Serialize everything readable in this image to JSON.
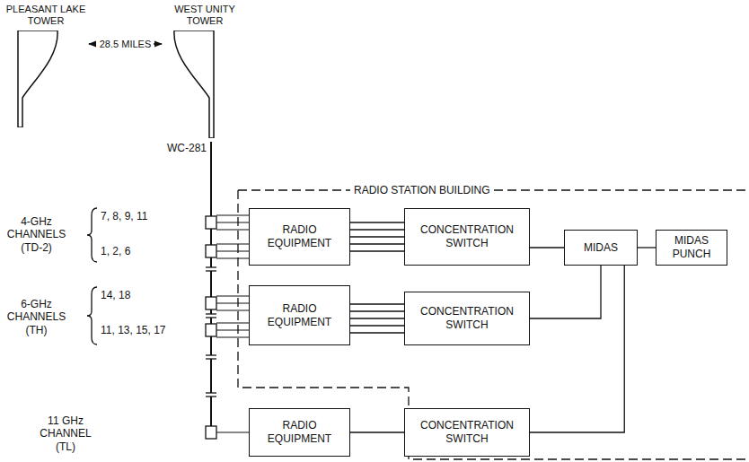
{
  "diagram": {
    "nodes": [
      {
        "text": [
          "PLEASANT LAKE TOWER"
        ]
      },
      {
        "text": [
          "WEST UNITY TOWER"
        ]
      },
      {
        "text": [
          "RADIO STATION BUILDING"
        ]
      },
      {
        "text": [
          "RADIO EQUIPMENT"
        ],
        "in": 2
      },
      {
        "text": [
          "CONCENTRATION SWITCH"
        ],
        "in": 2
      },
      {
        "text": [
          "MIDAS"
        ],
        "in": 2
      },
      {
        "text": [
          "MIDAS PUNCH"
        ],
        "in": 2
      },
      {
        "text": [
          "RADIO EQUIPMENT"
        ],
        "in": 2
      },
      {
        "text": [
          "CONCENTRATION SWITCH"
        ],
        "in": 2
      },
      {
        "text": [
          "RADIO EQUIPMENT"
        ]
      },
      {
        "text": [
          "CONCENTRATION SWITCH"
        ]
      }
    ],
    "edges": [
      {
        "from": 0,
        "to": 1,
        "label": "28.5 MILES",
        "arrow": "both"
      },
      {
        "from": 3,
        "to": 4,
        "arrow": "none"
      },
      {
        "from": 4,
        "to": 5,
        "arrow": "none"
      },
      {
        "from": 5,
        "to": 6,
        "arrow": "none"
      },
      {
        "from": 7,
        "to": 8,
        "arrow": "none"
      },
      {
        "from": 8,
        "to": 5,
        "arrow": "none"
      },
      {
        "from": 9,
        "to": 10,
        "arrow": "none"
      },
      {
        "from": 10,
        "to": 5,
        "arrow": "none"
      }
    ],
    "labels": [
      "WC-281",
      "4-GHz CHANNELS (TD-2)",
      "7, 8, 9, 11",
      "1, 2, 6",
      "6-GHz CHANNELS (TH)",
      "14, 18",
      "11, 13, 15, 17",
      "11 GHz CHANNEL (TL)"
    ]
  }
}
